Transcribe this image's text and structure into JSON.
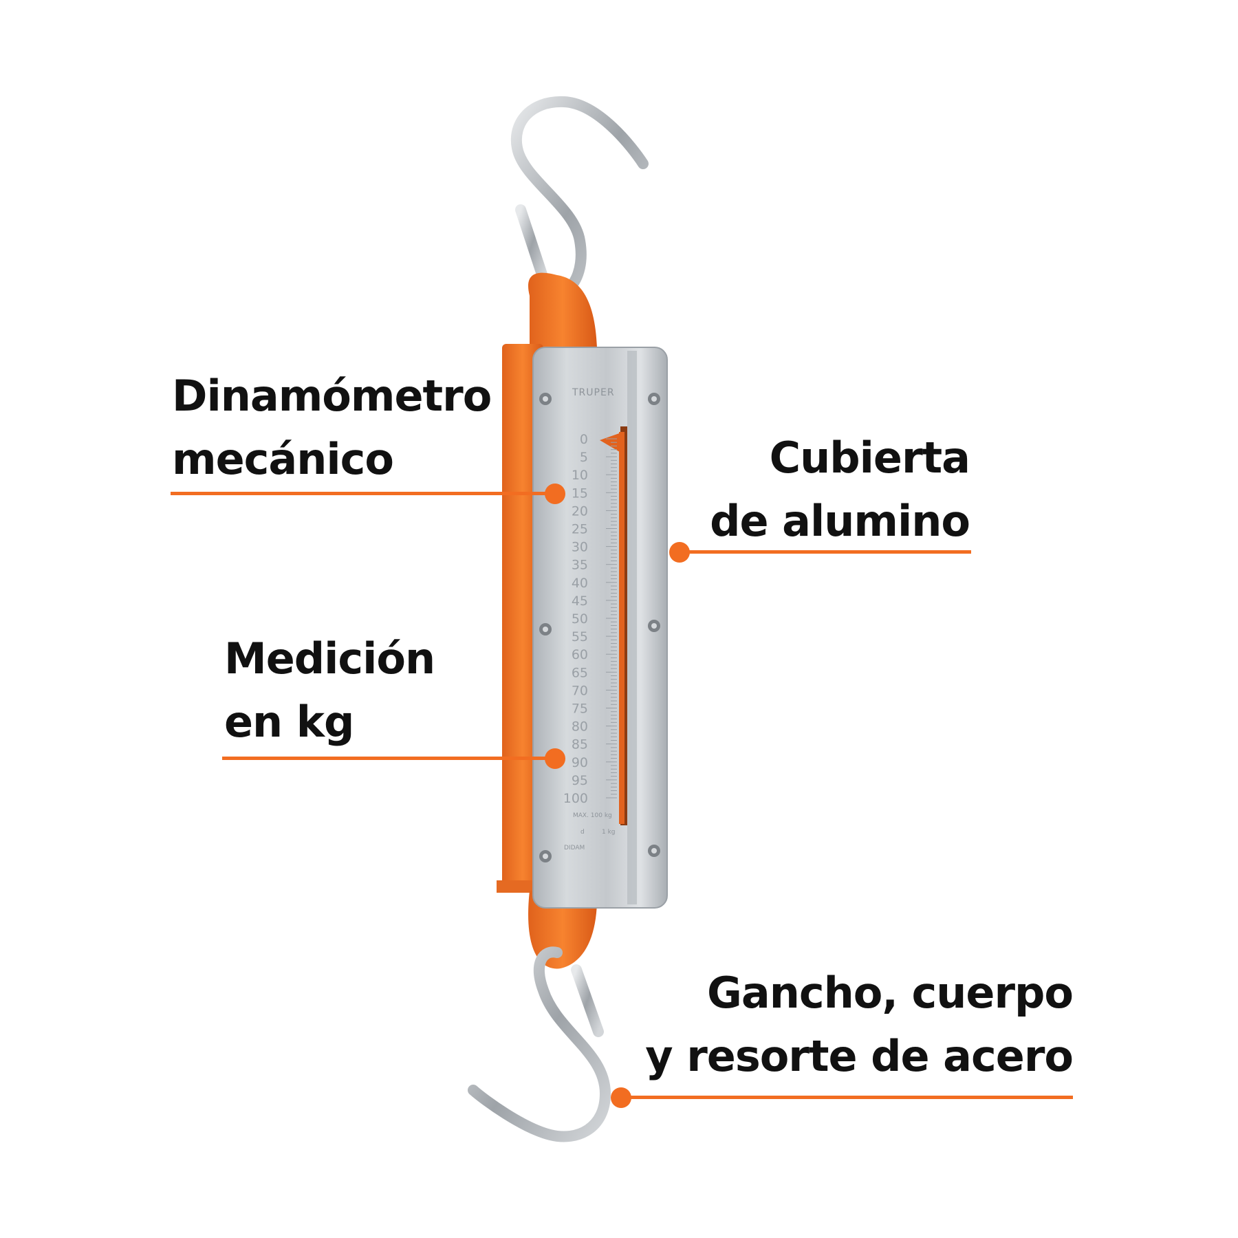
{
  "callouts": {
    "dinamometro": {
      "line1": "Dinamómetro",
      "line2": "mecánico"
    },
    "cubierta": {
      "line1": "Cubierta",
      "line2": "de alumino"
    },
    "medicion": {
      "line1": "Medición",
      "line2": "en kg"
    },
    "gancho": {
      "line1": "Gancho, cuerpo",
      "line2": "y resorte de acero"
    }
  },
  "scale": {
    "brand": "TRUPER",
    "max_label": "MAX. 100 kg",
    "d_label": "d",
    "d_value": "1 kg",
    "model": "DIDAM",
    "ticks": [
      "0",
      "5",
      "10",
      "15",
      "20",
      "25",
      "30",
      "35",
      "40",
      "45",
      "50",
      "55",
      "60",
      "65",
      "70",
      "75",
      "80",
      "85",
      "90",
      "95",
      "100"
    ]
  },
  "colors": {
    "accent": "#f26d21",
    "body_orange": "#f47b2a",
    "plate": "#c9cdd1",
    "hook": "#b8bcc0",
    "text": "#111111"
  },
  "icons": {
    "hook_top": "s-hook-icon",
    "hook_bottom": "s-hook-icon",
    "leader_dot": "circle-dot-icon"
  }
}
